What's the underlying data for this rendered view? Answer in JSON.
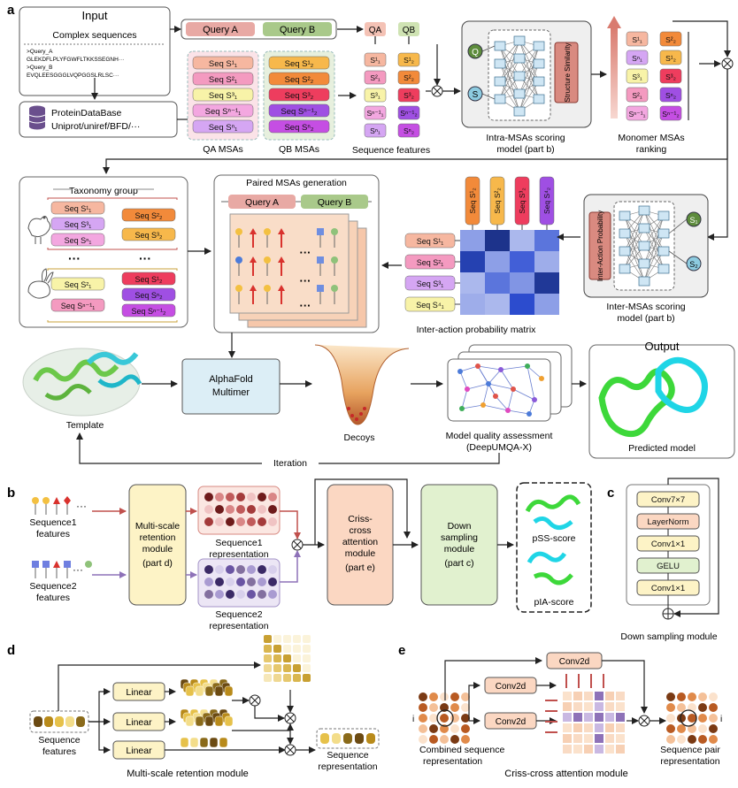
{
  "panels": {
    "a": "a",
    "b": "b",
    "c": "c",
    "d": "d",
    "e": "e"
  },
  "input": {
    "title": "Input",
    "complex_sequences": "Complex sequences",
    "query_a_header": ">Query_A",
    "query_a_seq": "GLEKDFLPLYFGWFLTKKSSEGNH···",
    "query_b_header": ">Query_B",
    "query_b_seq": "EVQLEESGGGLVQPGGSLRLSC···",
    "db_line1": "ProteinDataBase",
    "db_line2": "Uniprot/uniref/BFD/···"
  },
  "queries": {
    "a": "Query A",
    "b": "Query B",
    "qa": "QA",
    "qb": "QB"
  },
  "msas": {
    "qa_label": "QA MSAs",
    "qb_label": "QB MSAs",
    "seq_s1_rows": [
      "Seq S¹₁",
      "Seq S²₁",
      "Seq S³₁",
      "Seq Sⁿ⁻¹₁",
      "Seq Sⁿ₁"
    ],
    "seq_s2_rows": [
      "Seq S¹₂",
      "Seq S²₂",
      "Seq S³₂",
      "Seq Sⁿ⁻¹₂",
      "Seq Sⁿ₂"
    ],
    "seq_features_label": "Sequence features",
    "s1_short": [
      "S¹₁",
      "S²₁",
      "S³₁",
      "Sⁿ⁻¹₁",
      "Sⁿ₁"
    ],
    "s2_short": [
      "S¹₂",
      "S²₂",
      "S³₂",
      "Sⁿ⁻¹₂",
      "Sⁿ₂"
    ]
  },
  "intra": {
    "q_node": "Q",
    "s_node": "S",
    "structure_similarity": "Structure Similarity",
    "label_line1": "Intra-MSAs scoring",
    "label_line2": "model (part b)"
  },
  "ranking": {
    "left": [
      "S¹₁",
      "Sⁿ₁",
      "S³₁",
      "S²₁",
      "Sⁿ⁻¹₁"
    ],
    "right": [
      "S²₂",
      "S¹₂",
      "S³₂",
      "Sⁿ₂",
      "Sⁿ⁻¹₂"
    ],
    "label_line1": "Monomer MSAs",
    "label_line2": "ranking"
  },
  "taxonomy": {
    "title": "Taxonomy group",
    "group1_left": [
      "Seq S¹₁",
      "Seq S³₁",
      "Seq Sⁿ₁"
    ],
    "group1_right": [
      "Seq S²₂",
      "Seq S³₂"
    ],
    "group2_left": [
      "Seq S²₁",
      "Seq Sⁿ⁻¹₁"
    ],
    "group2_right": [
      "Seq S¹₂",
      "Seq Sⁿ₂",
      "Seq Sⁿ⁻¹₂"
    ],
    "dots": "···"
  },
  "paired": {
    "title": "Paired MSAs generation",
    "query_a": "Query A",
    "query_b": "Query B",
    "dots": "···"
  },
  "ia_matrix": {
    "cols": [
      "Seq S¹₂",
      "Seq S²₂",
      "Seq S³₂",
      "Seq S⁴₂"
    ],
    "rows": [
      "Seq S¹₁",
      "Seq S²₁",
      "Seq S³₁",
      "Seq S⁴₁"
    ],
    "label": "Inter-action probability matrix",
    "cells": [
      [
        0.3,
        0.95,
        0.2,
        0.5
      ],
      [
        0.8,
        0.3,
        0.6,
        0.25
      ],
      [
        0.2,
        0.5,
        0.35,
        0.9
      ],
      [
        0.25,
        0.2,
        0.7,
        0.3
      ]
    ]
  },
  "inter": {
    "prob_label": "Inter-Action Probability",
    "s1": "S₁",
    "s2": "S₂",
    "label_line1": "Inter-MSAs scoring",
    "label_line2": "model (part b)"
  },
  "bottom_row": {
    "template": "Template",
    "alphafold_line1": "AlphaFold",
    "alphafold_line2": "Multimer",
    "decoys": "Decoys",
    "mqa_line1": "Model quality assessment",
    "mqa_line2": "(DeepUMQA-X)",
    "output_title": "Output",
    "predicted": "Predicted model",
    "iteration": "Iteration"
  },
  "panel_b": {
    "seq1_line1": "Sequence1",
    "seq1_line2": "features",
    "seq2_line1": "Sequence2",
    "seq2_line2": "features",
    "multiscale": [
      "Multi-scale",
      "retention",
      "module",
      "(part d)"
    ],
    "rep1_line1": "Sequence1",
    "rep1_line2": "representation",
    "rep2_line1": "Sequence2",
    "rep2_line2": "representation",
    "criss": [
      "Criss-",
      "cross",
      "attention",
      "module",
      "(part e)"
    ],
    "down": [
      "Down",
      "sampling",
      "module",
      "(part c)"
    ],
    "pss": "pSS-score",
    "pia": "pIA-score"
  },
  "panel_c": {
    "layers": [
      "Conv7×7",
      "LayerNorm",
      "Conv1×1",
      "GELU",
      "Conv1×1"
    ],
    "label": "Down sampling module"
  },
  "panel_d": {
    "linear": "Linear",
    "input_line1": "Sequence",
    "input_line2": "features",
    "output_line1": "Sequence",
    "output_line2": "representation",
    "label": "Multi-scale retention module"
  },
  "panel_e": {
    "conv2d": "Conv2d",
    "i_left": "i",
    "i_right": "i",
    "combined_line1": "Combined sequence",
    "combined_line2": "representation",
    "label": "Criss-cross attention module",
    "pair_line1": "Sequence pair",
    "pair_line2": "representation"
  },
  "colors": {
    "s1_palette": [
      "#f6b7a0",
      "#f49ac0",
      "#f8f3a8",
      "#f3a7e0",
      "#d5a6f3"
    ],
    "s2_palette": [
      "#f7b84b",
      "#f28a3a",
      "#ee3d5e",
      "#9f4fe3",
      "#c54ee3"
    ],
    "yellow_box": "#fdf3c6",
    "peach_box": "#fbd7c2",
    "green_box": "#e1f1cf",
    "blue_box": "#d9eef7",
    "arrow": "#222222"
  }
}
